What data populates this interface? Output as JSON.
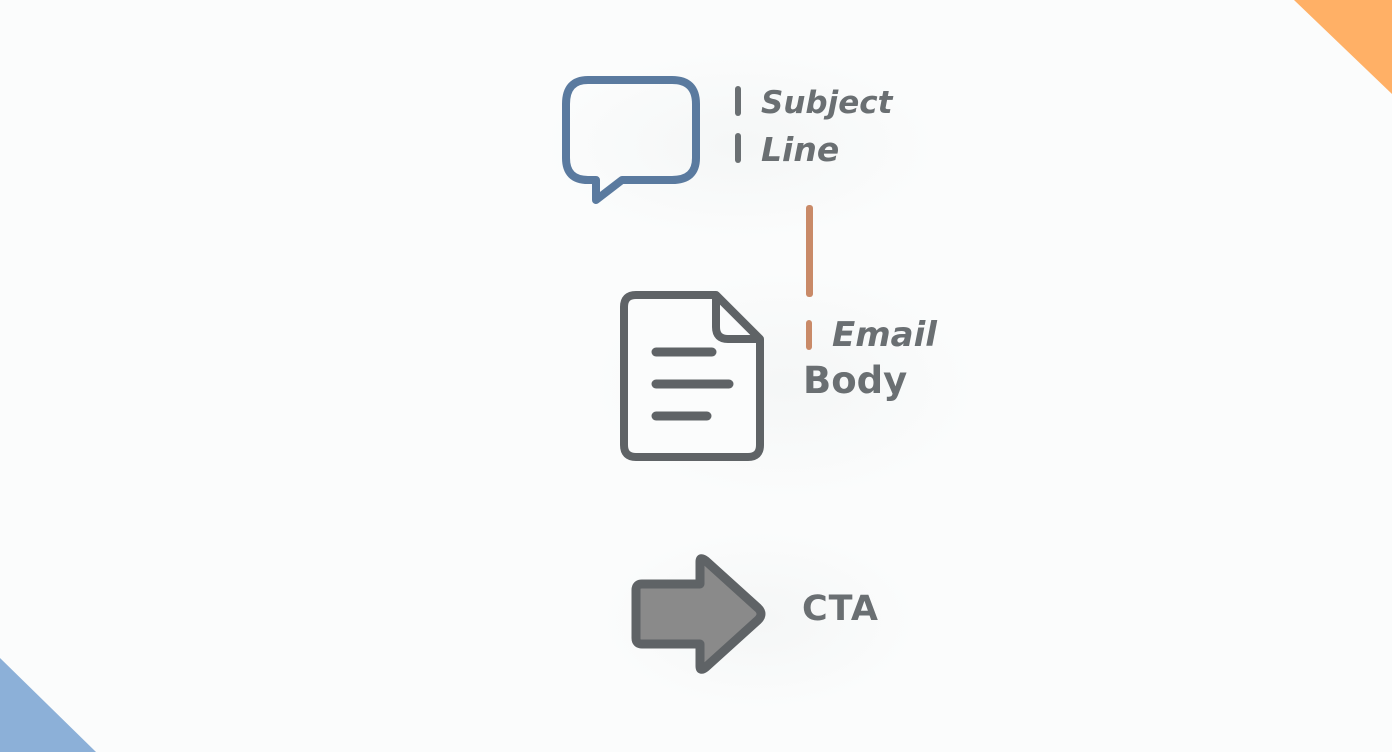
{
  "colors": {
    "background": "#fbfcfc",
    "text": "#6a6f72",
    "speech_bubble_stroke": "#5a7a9f",
    "document_stroke": "#5f6366",
    "arrow_fill": "#8a8a8a",
    "arrow_stroke": "#5f6366",
    "accent_orange": "#c98a68",
    "corner_orange": "#ffb066",
    "corner_blue": "#8cb0d8"
  },
  "nodes": {
    "subject": {
      "icon": "speech-bubble-icon",
      "line1": "Subject",
      "line2": "Line"
    },
    "body": {
      "icon": "document-icon",
      "line1": "Email",
      "line2": "Body"
    },
    "cta": {
      "icon": "arrow-right-icon",
      "label": "CTA"
    }
  }
}
